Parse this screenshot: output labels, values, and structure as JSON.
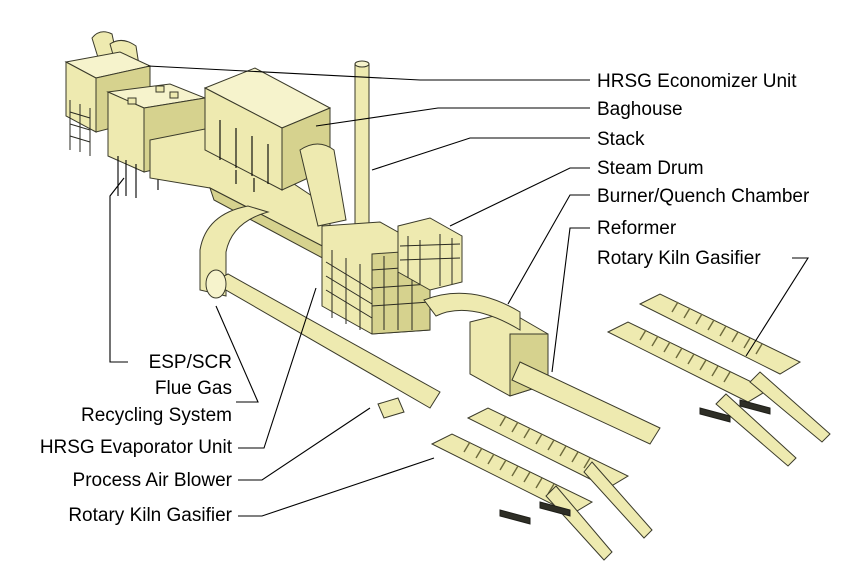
{
  "labels": {
    "hrsg_economizer": "HRSG Economizer Unit",
    "baghouse": "Baghouse",
    "stack": "Stack",
    "steam_drum": "Steam Drum",
    "burner_quench": "Burner/Quench Chamber",
    "reformer": "Reformer",
    "rotary_kiln_right": "Rotary Kiln Gasifier",
    "esp_scr": "ESP/SCR",
    "flue_gas": "Flue Gas",
    "recycling_system": "Recycling System",
    "hrsg_evaporator": "HRSG Evaporator Unit",
    "process_air_blower": "Process Air Blower",
    "rotary_kiln_left": "Rotary Kiln Gasifier"
  },
  "colors": {
    "equipment_fill": "#eeeab0",
    "equipment_shade": "#d6d28e",
    "outline": "#3a3a2a",
    "text": "#000000"
  }
}
